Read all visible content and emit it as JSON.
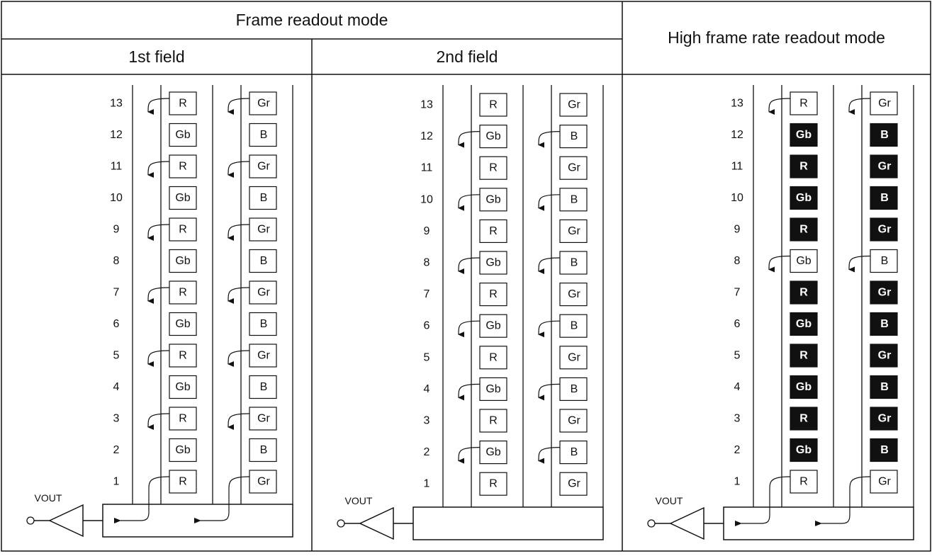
{
  "headers": {
    "frame_mode": "Frame readout mode",
    "first_field": "1st field",
    "second_field": "2nd field",
    "high_rate_mode": "High frame rate readout mode"
  },
  "row_numbers": [
    "13",
    "12",
    "11",
    "10",
    "9",
    "8",
    "7",
    "6",
    "5",
    "4",
    "3",
    "2",
    "1"
  ],
  "output_label": "VOUT",
  "panels": [
    {
      "name": "first-field",
      "left_column": [
        "R",
        "Gb",
        "R",
        "Gb",
        "R",
        "Gb",
        "R",
        "Gb",
        "R",
        "Gb",
        "R",
        "Gb",
        "R"
      ],
      "right_column": [
        "Gr",
        "B",
        "Gr",
        "B",
        "Gr",
        "B",
        "Gr",
        "B",
        "Gr",
        "B",
        "Gr",
        "B",
        "Gr"
      ],
      "filled_rows": [],
      "readout_rows": [
        "13",
        "11",
        "9",
        "7",
        "5",
        "3",
        "1"
      ]
    },
    {
      "name": "second-field",
      "left_column": [
        "R",
        "Gb",
        "R",
        "Gb",
        "R",
        "Gb",
        "R",
        "Gb",
        "R",
        "Gb",
        "R",
        "Gb",
        "R"
      ],
      "right_column": [
        "Gr",
        "B",
        "Gr",
        "B",
        "Gr",
        "B",
        "Gr",
        "B",
        "Gr",
        "B",
        "Gr",
        "B",
        "Gr"
      ],
      "filled_rows": [],
      "readout_rows": [
        "12",
        "10",
        "8",
        "6",
        "4",
        "2"
      ]
    },
    {
      "name": "high-frame-rate",
      "left_column": [
        "R",
        "Gb",
        "R",
        "Gb",
        "R",
        "Gb",
        "R",
        "Gb",
        "R",
        "Gb",
        "R",
        "Gb",
        "R"
      ],
      "right_column": [
        "Gr",
        "B",
        "Gr",
        "B",
        "Gr",
        "B",
        "Gr",
        "B",
        "Gr",
        "B",
        "Gr",
        "B",
        "Gr"
      ],
      "filled_rows": [
        "12",
        "11",
        "10",
        "9",
        "7",
        "6",
        "5",
        "4",
        "3",
        "2"
      ],
      "readout_rows": [
        "13",
        "8",
        "1"
      ]
    }
  ],
  "colors": {
    "line": "#111111",
    "filled_cell": "#111111",
    "filled_text": "#ffffff",
    "background": "#ffffff"
  }
}
